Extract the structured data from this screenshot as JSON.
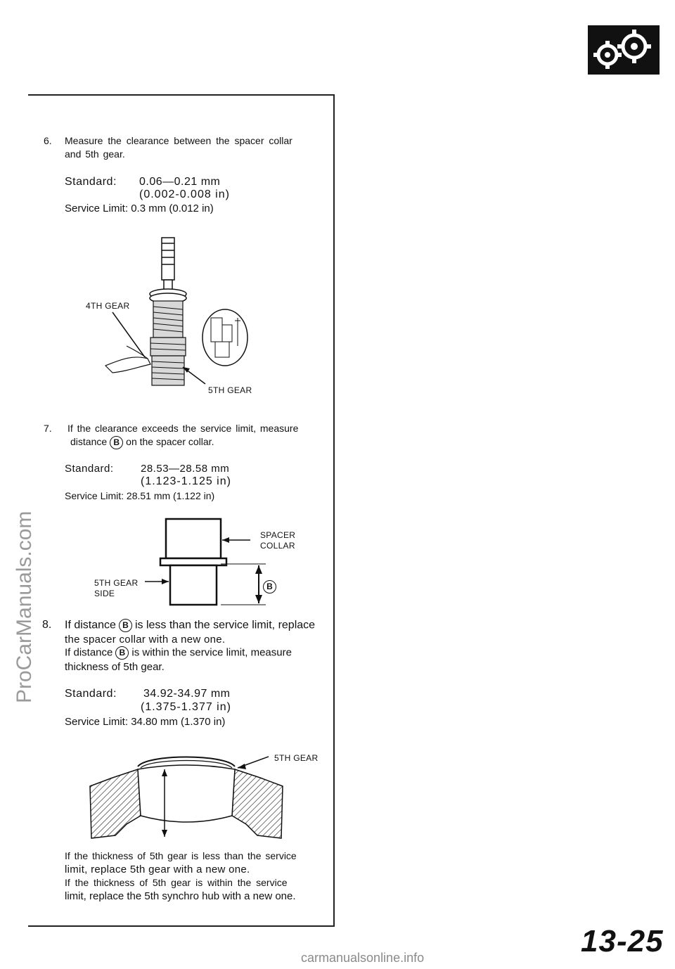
{
  "step6": {
    "num": "6.",
    "line1": "Measure the clearance between the spacer collar",
    "line2": "and 5th gear.",
    "standard_label": "Standard:",
    "standard_mm": "0.06—0.21 mm",
    "standard_in": "(0.002-0.008 in)",
    "service_limit": "Service Limit: 0.3 mm (0.012 in)"
  },
  "fig1": {
    "label_4th": "4TH GEAR",
    "label_5th": "5TH GEAR"
  },
  "step7": {
    "num": "7.",
    "line1": "If the clearance exceeds the service limit, measure",
    "line2_pre": "distance",
    "line2_post": "on the spacer collar.",
    "standard_label": "Standard:",
    "standard_mm": "28.53—28.58 mm",
    "standard_in": "(1.123-1.125 in)",
    "service_limit": "Service Limit: 28.51 mm (1.122 in)"
  },
  "fig2": {
    "spacer": "SPACER",
    "collar": "COLLAR",
    "gear_side_1": "5TH GEAR",
    "gear_side_2": "SIDE",
    "marker": "B"
  },
  "step8": {
    "num": "8.",
    "line1_pre": "If distance",
    "line1_post": "is less than the service limit, replace",
    "line2": "the spacer collar with a new one.",
    "line3_pre": "If distance",
    "line3_post": "is within the service limit, measure",
    "line4": "thickness of 5th gear.",
    "standard_label": "Standard:",
    "standard_mm": "34.92-34.97 mm",
    "standard_in": "(1.375-1.377 in)",
    "service_limit": "Service Limit: 34.80 mm (1.370 in)"
  },
  "fig3": {
    "label": "5TH GEAR"
  },
  "bottom": {
    "line1": "If the thickness of 5th gear is less than the service",
    "line2": "limit, replace 5th gear with a new one.",
    "line3": "If the thickness of 5th gear is within the service",
    "line4": "limit, replace the 5th synchro hub with a new one."
  },
  "marker_b": "B",
  "page_number": "13-25",
  "watermark": "ProCarManuals.com",
  "footer": "carmanualsonline.info",
  "icons": {
    "section_icon": "gears-icon"
  }
}
